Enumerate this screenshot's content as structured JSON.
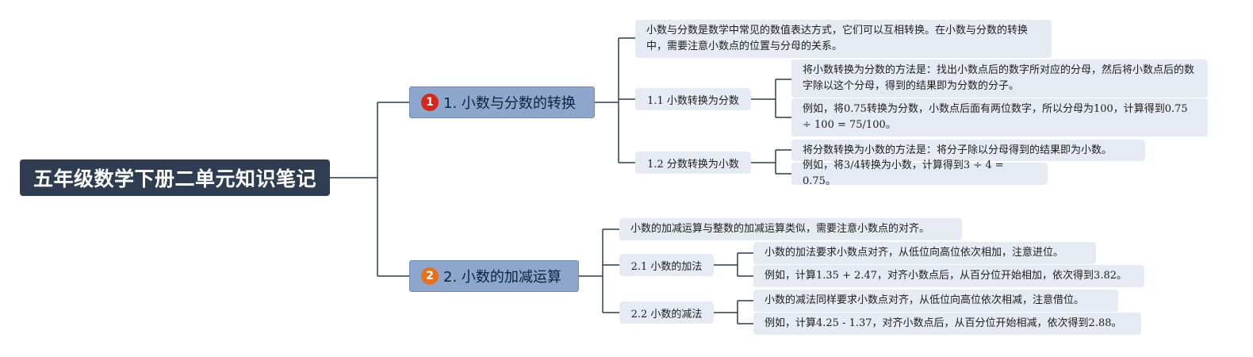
{
  "root": {
    "title": "五年级数学下册二单元知识笔记"
  },
  "colors": {
    "root_bg": "#2e3d52",
    "main_bg": "#8da7cc",
    "leaf_bg": "#e6ebf3",
    "badge_1": "#d9261c",
    "badge_2": "#e8701a",
    "line": "#2f3b4c"
  },
  "branches": [
    {
      "badge": "1",
      "title": "1. 小数与分数的转换",
      "note": "小数与分数是数学中常见的数值表达方式，它们可以互相转换。在小数与分数的转换中，需要注意小数点的位置与分母的关系。",
      "subs": [
        {
          "title": "1.1 小数转换为分数",
          "items": [
            "将小数转换为分数的方法是：找出小数点后的数字所对应的分母，然后将小数点后的数字除以这个分母，得到的结果即为分数的分子。",
            "例如，将0.75转换为分数，小数点后面有两位数字，所以分母为100，计算得到0.75 ÷ 100 = 75/100。"
          ]
        },
        {
          "title": "1.2 分数转换为小数",
          "items": [
            "将分数转换为小数的方法是：将分子除以分母得到的结果即为小数。",
            "例如，将3/4转换为小数，计算得到3 ÷ 4 = 0.75。"
          ]
        }
      ]
    },
    {
      "badge": "2",
      "title": "2. 小数的加减运算",
      "note": "小数的加减运算与整数的加减运算类似，需要注意小数点的对齐。",
      "subs": [
        {
          "title": "2.1 小数的加法",
          "items": [
            "小数的加法要求小数点对齐，从低位向高位依次相加，注意进位。",
            "例如，计算1.35 + 2.47，对齐小数点后，从百分位开始相加，依次得到3.82。"
          ]
        },
        {
          "title": "2.2 小数的减法",
          "items": [
            "小数的减法同样要求小数点对齐，从低位向高位依次相减，注意借位。",
            "例如，计算4.25 - 1.37，对齐小数点后，从百分位开始相减，依次得到2.88。"
          ]
        }
      ]
    }
  ]
}
